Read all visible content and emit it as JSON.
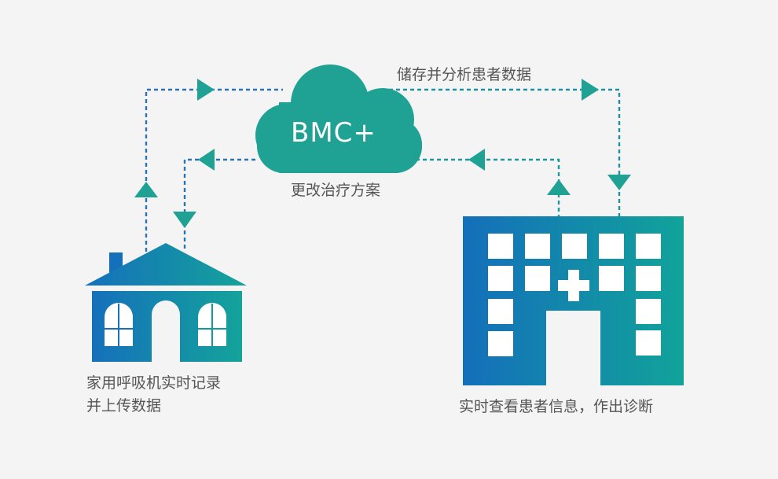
{
  "colors": {
    "background": "#f4f4f4",
    "teal": "#1fa194",
    "blue": "#1572bb",
    "dash_blue": "#2a78b5",
    "dash_teal": "#1e9e95",
    "text": "#555555"
  },
  "cloud": {
    "title": "BMC+",
    "icon": "cloud-icon"
  },
  "labels": {
    "store_analyze": "储存并分析患者数据",
    "change_treatment": "更改治疗方案",
    "home_line1": "家用呼吸机实时记录",
    "home_line2": "并上传数据",
    "hospital": "实时查看患者信息，作出诊断"
  },
  "nodes": [
    {
      "id": "home",
      "icon": "house-icon"
    },
    {
      "id": "cloud",
      "icon": "cloud-icon"
    },
    {
      "id": "hospital",
      "icon": "hospital-icon"
    }
  ],
  "edges": [
    {
      "from": "home",
      "to": "cloud",
      "label": ""
    },
    {
      "from": "cloud",
      "to": "hospital",
      "label": "储存并分析患者数据"
    },
    {
      "from": "hospital",
      "to": "cloud",
      "label": ""
    },
    {
      "from": "cloud",
      "to": "home",
      "label": "更改治疗方案"
    }
  ]
}
